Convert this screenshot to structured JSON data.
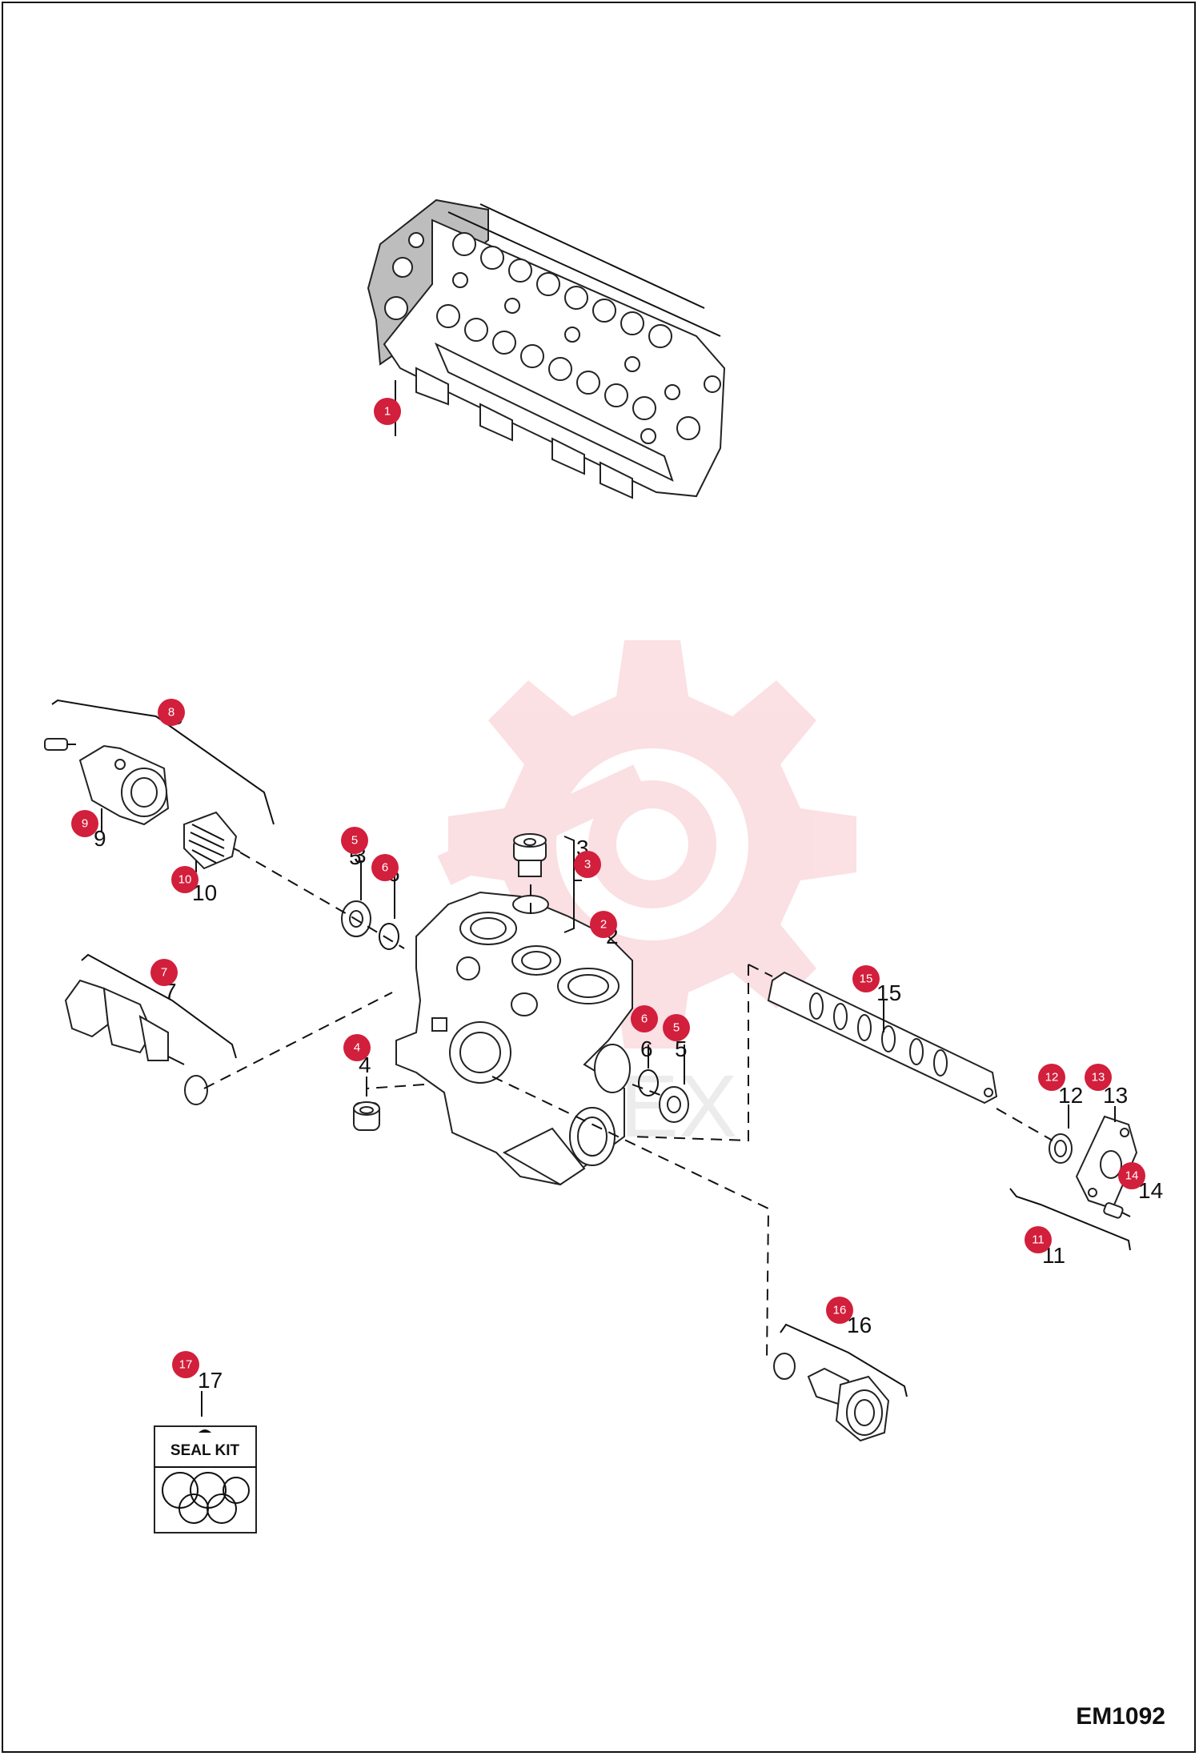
{
  "diagram_code": "EM1092",
  "seal_kit_label": "SEAL KIT",
  "watermark_text": "ИРТЕХ",
  "callout_color": "#d21f3c",
  "callouts": [
    "1",
    "2",
    "3",
    "4",
    "5",
    "5",
    "6",
    "6",
    "7",
    "8",
    "9",
    "10",
    "11",
    "12",
    "13",
    "14",
    "15",
    "16",
    "17"
  ],
  "part_labels": [
    "2",
    "3",
    "3",
    "4",
    "5",
    "5",
    "6",
    "6",
    "7",
    "8",
    "9",
    "10",
    "11",
    "12",
    "13",
    "14",
    "15",
    "16",
    "17"
  ]
}
